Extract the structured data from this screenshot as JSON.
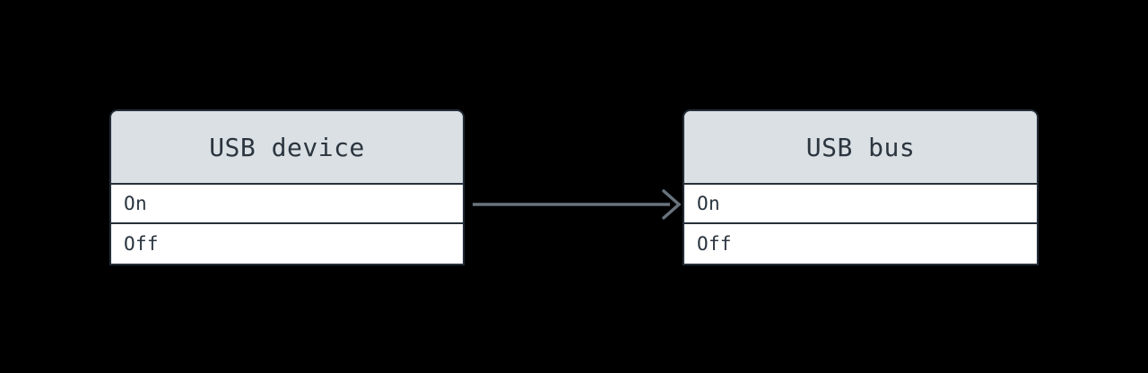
{
  "diagram": {
    "type": "class-diagram",
    "background_color": "#000000",
    "nodes": [
      {
        "id": "usb-device",
        "title": "USB device",
        "header_fill": "#dae0e3",
        "border_color": "#252f3a",
        "body_fill": "#ffffff",
        "rows": [
          "On",
          "Off"
        ]
      },
      {
        "id": "usb-bus",
        "title": "USB bus",
        "header_fill": "#dae0e3",
        "border_color": "#252f3a",
        "body_fill": "#ffffff",
        "rows": [
          "On",
          "Off"
        ]
      }
    ],
    "edges": [
      {
        "id": "device-to-bus",
        "from": "usb-device",
        "to": "usb-bus",
        "label": "",
        "arrow_style": "open-chevron",
        "stroke_color": "#69737d"
      }
    ]
  }
}
